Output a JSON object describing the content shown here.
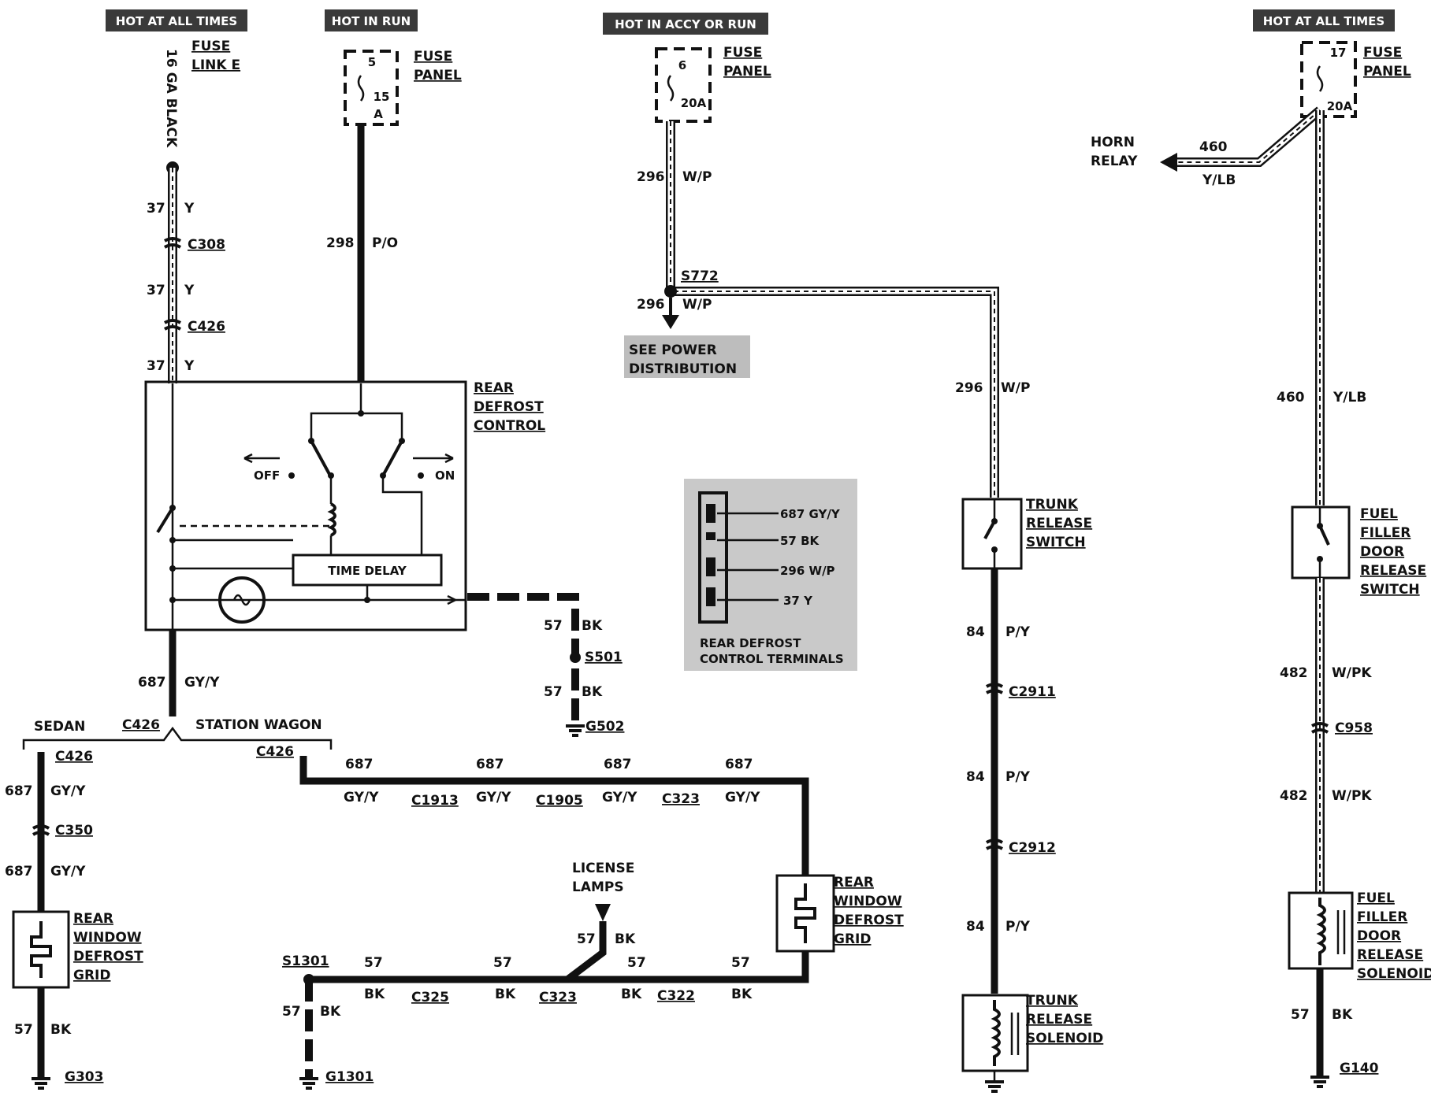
{
  "headers": {
    "h1": "HOT AT ALL TIMES",
    "h2": "HOT IN RUN",
    "h3": "HOT IN ACCY OR RUN",
    "h4": "HOT AT ALL TIMES"
  },
  "fuse_link_e": {
    "line1": "FUSE",
    "line2": "LINK E",
    "gauge": "16 GA BLACK"
  },
  "fuse5": {
    "line1": "FUSE",
    "line2": "PANEL",
    "pin_top": "5",
    "pin_mid": "15",
    "pin_bot": "A"
  },
  "fuse6": {
    "line1": "FUSE",
    "line2": "PANEL",
    "pin_top": "6",
    "amp": "20A"
  },
  "fuse17": {
    "line1": "FUSE",
    "line2": "PANEL",
    "pin_top": "17",
    "amp": "20A"
  },
  "horn_relay": {
    "line1": "HORN",
    "line2": "RELAY",
    "num": "460",
    "color": "Y/LB"
  },
  "w37a": {
    "num": "37",
    "color": "Y"
  },
  "w37b": {
    "num": "37",
    "color": "Y"
  },
  "w37c": {
    "num": "37",
    "color": "Y"
  },
  "conn": {
    "c308": "C308",
    "c426a": "C426",
    "c426b": "C426",
    "c426c": "C426",
    "c426d": "C426",
    "c350": "C350",
    "c1913": "C1913",
    "c1905": "C1905",
    "c323a": "C323",
    "c323b": "C323",
    "c325": "C325",
    "c322": "C322",
    "c2911": "C2911",
    "c2912": "C2912",
    "c958": "C958",
    "s772": "S772",
    "s501": "S501",
    "s1301": "S1301",
    "g502": "G502",
    "g303": "G303",
    "g1301": "G1301",
    "g140": "G140"
  },
  "w298": {
    "num": "298",
    "color": "P/O"
  },
  "w296a": {
    "num": "296",
    "color": "W/P"
  },
  "w296b": {
    "num": "296",
    "color": "W/P"
  },
  "w296c": {
    "num": "296",
    "color": "W/P"
  },
  "see_power": {
    "line1": "SEE POWER",
    "line2": "DISTRIBUTION"
  },
  "rear_defrost_control": {
    "line1": "REAR",
    "line2": "DEFROST",
    "line3": "CONTROL",
    "off": "OFF",
    "on": "ON",
    "time_delay": "TIME DELAY"
  },
  "w57_s501a": {
    "num": "57",
    "color": "BK"
  },
  "w57_s501b": {
    "num": "57",
    "color": "BK"
  },
  "w687_main": {
    "num": "687",
    "color": "GY/Y"
  },
  "sedan": "SEDAN",
  "station_wagon": "STATION WAGON",
  "w687_s1": {
    "num": "687",
    "color": "GY/Y"
  },
  "w687_s2": {
    "num": "687",
    "color": "GY/Y"
  },
  "grid_sedan": {
    "line1": "REAR",
    "line2": "WINDOW",
    "line3": "DEFROST",
    "line4": "GRID"
  },
  "w57_g303": {
    "num": "57",
    "color": "BK"
  },
  "w687_h1": {
    "num": "687",
    "color": "GY/Y"
  },
  "w687_h2": {
    "num": "687",
    "color": "GY/Y"
  },
  "w687_h3": {
    "num": "687",
    "color": "GY/Y"
  },
  "w687_h4": {
    "num": "687",
    "color": "GY/Y"
  },
  "grid_wagon": {
    "line1": "REAR",
    "line2": "WINDOW",
    "line3": "DEFROST",
    "line4": "GRID"
  },
  "license_lamps": {
    "line1": "LICENSE",
    "line2": "LAMPS"
  },
  "w57_lamps": {
    "num": "57",
    "color": "BK"
  },
  "w57_b1": {
    "num": "57",
    "color": "BK"
  },
  "w57_b2": {
    "num": "57",
    "color": "BK"
  },
  "w57_b3": {
    "num": "57",
    "color": "BK"
  },
  "w57_b4": {
    "num": "57",
    "color": "BK"
  },
  "w57_g1301": {
    "num": "57",
    "color": "BK"
  },
  "terminals": {
    "t1": "687 GY/Y",
    "t2": "57 BK",
    "t3": "296 W/P",
    "t4": "37 Y",
    "caption1": "REAR DEFROST",
    "caption2": "CONTROL TERMINALS"
  },
  "trunk_switch": {
    "line1": "TRUNK",
    "line2": "RELEASE",
    "line3": "SWITCH"
  },
  "w84a": {
    "num": "84",
    "color": "P/Y"
  },
  "w84b": {
    "num": "84",
    "color": "P/Y"
  },
  "w84c": {
    "num": "84",
    "color": "P/Y"
  },
  "trunk_solenoid": {
    "line1": "TRUNK",
    "line2": "RELEASE",
    "line3": "SOLENOID"
  },
  "w460": {
    "num": "460",
    "color": "Y/LB"
  },
  "fuel_switch": {
    "line1": "FUEL",
    "line2": "FILLER",
    "line3": "DOOR",
    "line4": "RELEASE",
    "line5": "SWITCH"
  },
  "w482a": {
    "num": "482",
    "color": "W/PK"
  },
  "w482b": {
    "num": "482",
    "color": "W/PK"
  },
  "fuel_solenoid": {
    "line1": "FUEL",
    "line2": "FILLER",
    "line3": "DOOR",
    "line4": "RELEASE",
    "line5": "SOLENOID"
  },
  "w57_g140": {
    "num": "57",
    "color": "BK"
  }
}
